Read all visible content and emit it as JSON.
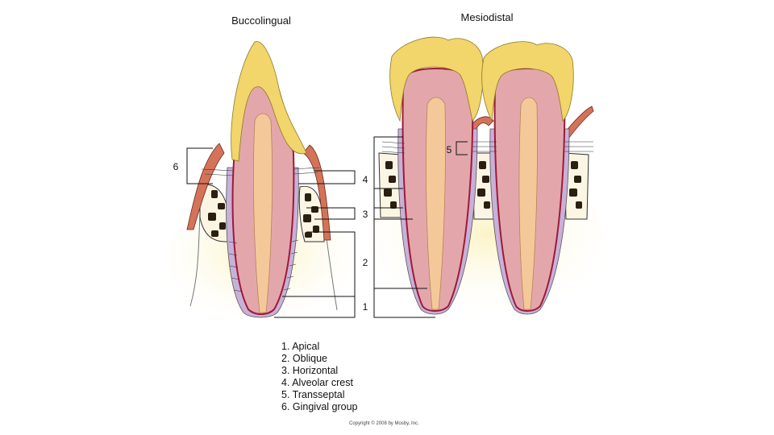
{
  "titles": {
    "left": "Buccolingual",
    "right": "Mesiodistal"
  },
  "callouts": {
    "n1": "1",
    "n2": "2",
    "n3": "3",
    "n4": "4",
    "n5": "5",
    "n6": "6"
  },
  "legend": [
    "1. Apical",
    "2. Oblique",
    "3. Horizontal",
    "4. Alveolar crest",
    "5. Transseptal",
    "6. Gingival group"
  ],
  "copyright": "Copyright © 2008 by Mosby, Inc.",
  "colors": {
    "enamel": "#f2d56b",
    "dentin": "#e3a7ab",
    "pulp": "#f5c89a",
    "ligament": "#c9b0d8",
    "cementum": "#9b1b3a",
    "gingiva": "#d4735a",
    "bone_marrow": "#2a1f10",
    "bone": "#fbf6e3",
    "glow": "#fbf1b8"
  }
}
